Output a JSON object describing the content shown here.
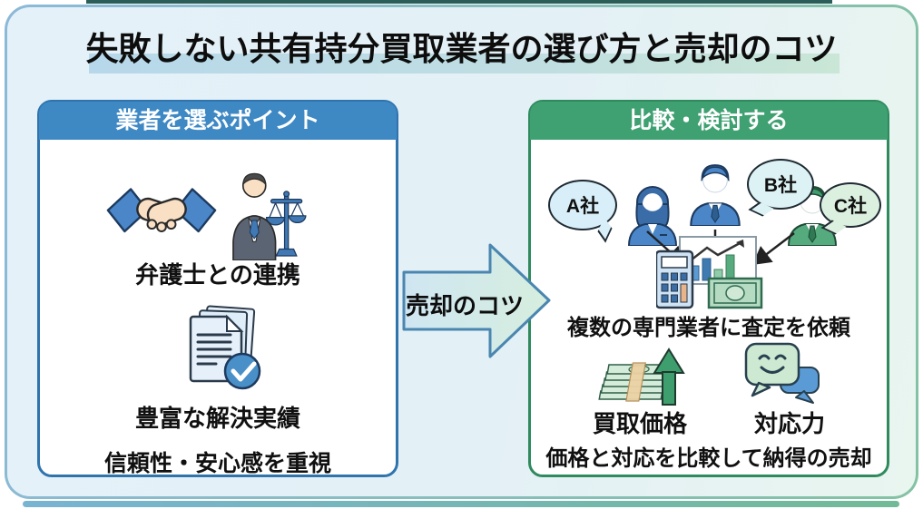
{
  "page": {
    "title": "失敗しない共有持分買取業者の選び方と売却のコツ"
  },
  "left_panel": {
    "header": "業者を選ぶポイント",
    "point1_label": "弁護士との連携",
    "point2_label": "豊富な解決実績",
    "footer": "信頼性・安心感を重視"
  },
  "flow_arrow": {
    "label": "売却のコツ"
  },
  "right_panel": {
    "header": "比較・検討する",
    "companies": [
      {
        "label": "A社"
      },
      {
        "label": "B社"
      },
      {
        "label": "C社"
      }
    ],
    "step_caption": "複数の専門業者に査定を依頼",
    "factor1_label": "買取価格",
    "factor2_label": "対応力",
    "footer": "価格と対応を比較して納得の売却"
  },
  "icons": {
    "handshake-icon": "clasped hands with blue sleeves",
    "lawyer-scales-icon": "suited lawyer with scales of justice",
    "documents-check-icon": "stacked documents with blue check circle",
    "consultant-a-icon": "blue female agent",
    "consultant-b-icon": "blue male agent",
    "consultant-c-icon": "green male agent",
    "calculator-chart-money-icon": "calculator, bar chart and banknote appraisal cluster",
    "money-stack-up-arrow-icon": "stack of banknotes with rising green arrow",
    "chat-bubbles-smile-icon": "green smiley speech bubble over blue bubble",
    "flow-arrow-icon": "large gradient block arrow pointing right"
  },
  "colors": {
    "accent_blue": "#3e88c4",
    "accent_green": "#3fa071",
    "panel_border_blue": "#2f74ad",
    "panel_border_green": "#2f8a5d",
    "canvas_blue": "#e4f1f8",
    "canvas_green": "#e9f5ef",
    "highlight_blue": "#b7d8ea",
    "highlight_green": "#c9e6d6",
    "text": "#0d0d0d"
  }
}
